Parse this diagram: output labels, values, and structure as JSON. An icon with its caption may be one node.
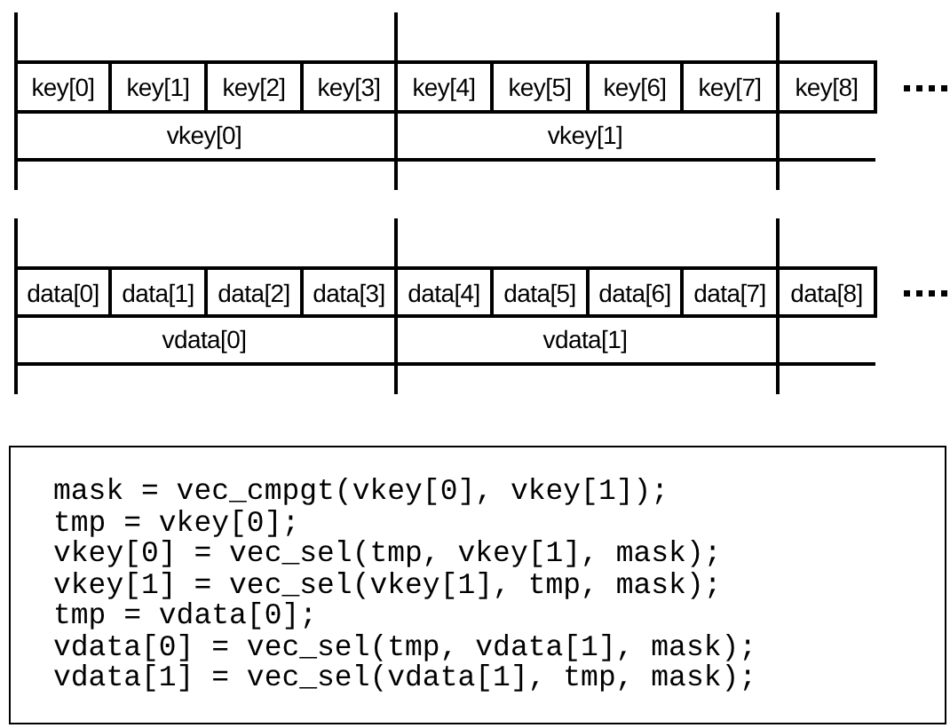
{
  "diagram": {
    "nodes": [
      {
        "text": [
          "key[0]"
        ]
      },
      {
        "text": [
          "key[1]"
        ]
      },
      {
        "text": [
          "key[2]"
        ]
      },
      {
        "text": [
          "key[3]"
        ]
      },
      {
        "text": [
          "key[4]"
        ]
      },
      {
        "text": [
          "key[5]"
        ]
      },
      {
        "text": [
          "key[6]"
        ]
      },
      {
        "text": [
          "key[7]"
        ]
      },
      {
        "text": [
          "key[8]"
        ]
      },
      {
        "text": [
          "vkey[0]"
        ]
      },
      {
        "text": [
          "vkey[1]"
        ]
      },
      {
        "text": [
          "data[0]"
        ]
      },
      {
        "text": [
          "data[1]"
        ]
      },
      {
        "text": [
          "data[2]"
        ]
      },
      {
        "text": [
          "data[3]"
        ]
      },
      {
        "text": [
          "data[4]"
        ]
      },
      {
        "text": [
          "data[5]"
        ]
      },
      {
        "text": [
          "data[6]"
        ]
      },
      {
        "text": [
          "data[7]"
        ]
      },
      {
        "text": [
          "data[8]"
        ]
      },
      {
        "text": [
          "vdata[0]"
        ]
      },
      {
        "text": [
          "vdata[1]"
        ]
      },
      {
        "text": [
          "mask = vec_cmpgt(vkey[0], vkey[1]);",
          "tmp = vkey[0];",
          "vkey[0] = vec_sel(tmp, vkey[1], mask);",
          "vkey[1] = vec_sel(vkey[1], tmp, mask);",
          "tmp = vdata[0];",
          "vdata[0] = vec_sel(tmp, vdata[1], mask);",
          "vdata[1] = vec_sel(vdata[1], tmp, mask);"
        ]
      }
    ]
  }
}
